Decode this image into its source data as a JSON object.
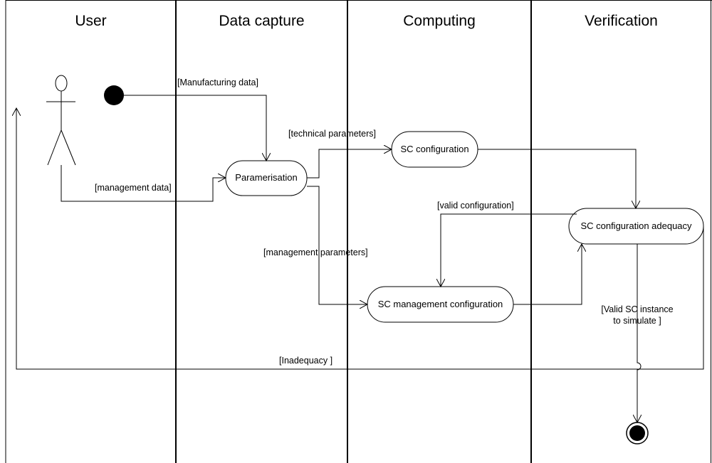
{
  "lanes": [
    {
      "title": "User"
    },
    {
      "title": "Data capture"
    },
    {
      "title": "Computing"
    },
    {
      "title": "Verification"
    }
  ],
  "nodes": {
    "paramerisation": "Paramerisation",
    "sc_configuration": "SC configuration",
    "sc_management_configuration": "SC management configuration",
    "sc_configuration_adequacy": "SC configuration adequacy"
  },
  "guards": {
    "manufacturing_data": "[Manufacturing data]",
    "technical_parameters": "[technical parameters]",
    "management_data": "[management data]",
    "valid_configuration": "[valid configuration]",
    "management_parameters": "[management parameters]",
    "valid_sc_instance_line1": "[Valid SC instance",
    "valid_sc_instance_line2": "to simulate ]",
    "inadequacy": "[Inadequacy ]"
  },
  "colors": {
    "stroke": "#000000",
    "background": "#ffffff"
  }
}
